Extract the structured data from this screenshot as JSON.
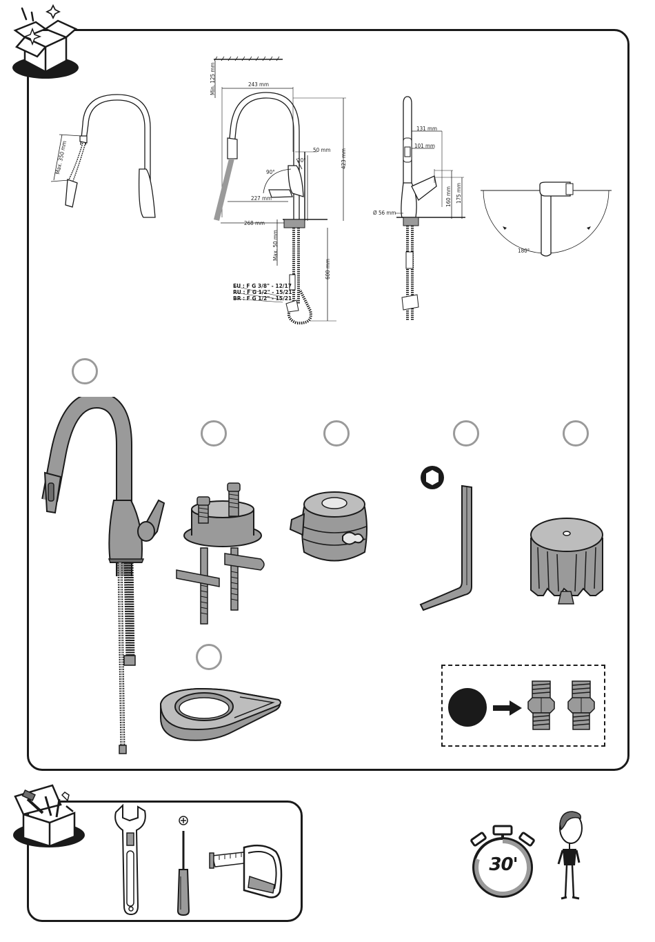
{
  "dimensions": {
    "max_350": "Max. 350 mm",
    "min_125": "Min. 125 mm",
    "w_243": "243 mm",
    "w_50": "50 mm",
    "a_20": "20°",
    "a_90": "90°",
    "w_227": "227 mm",
    "h_423": "423 mm",
    "w_268": "268 mm",
    "max_50": "Max. 50 mm",
    "h_600": "600 mm",
    "w_131": "131 mm",
    "w_101": "101 mm",
    "h_160": "160 mm",
    "h_175": "175 mm",
    "d_56": "Ø 56 mm",
    "a_180": "180°"
  },
  "threads": {
    "eu": "EU : F G 3/8\" - 12/17",
    "ru": "RU : F G 1/2\" - 15/21",
    "br": "BR : F G 1/2\" - 15/21"
  },
  "timer": {
    "label": "30'"
  },
  "icons": {
    "box": "open-box-icon",
    "toolbox": "toolbox-icon",
    "hex": "hex-socket-icon",
    "arrow": "arrow-right-icon",
    "wrench": "adjustable-wrench-icon",
    "screwdriver": "phillips-screwdriver-icon",
    "tape": "tape-measure-icon",
    "stopwatch": "stopwatch-icon",
    "person": "person-icon"
  },
  "colors": {
    "ink": "#1a1a1a",
    "part_fill": "#9a9a9a",
    "marker": "#9a9a9a"
  }
}
